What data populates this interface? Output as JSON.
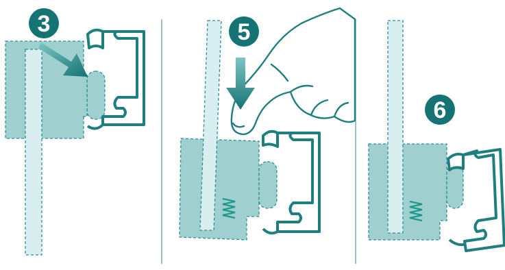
{
  "steps": [
    {
      "label": "3"
    },
    {
      "label": "5"
    },
    {
      "label": "6"
    }
  ],
  "colors": {
    "accent": "#1f7f7f",
    "badge": "#157373",
    "block_fill": "#9fcfcf",
    "rail_fill": "#d9eef0",
    "arrow": "#157373"
  },
  "icons": [
    "push-arrow-icon",
    "press-down-arrow-icon",
    "hand-icon",
    "spring-icon"
  ]
}
